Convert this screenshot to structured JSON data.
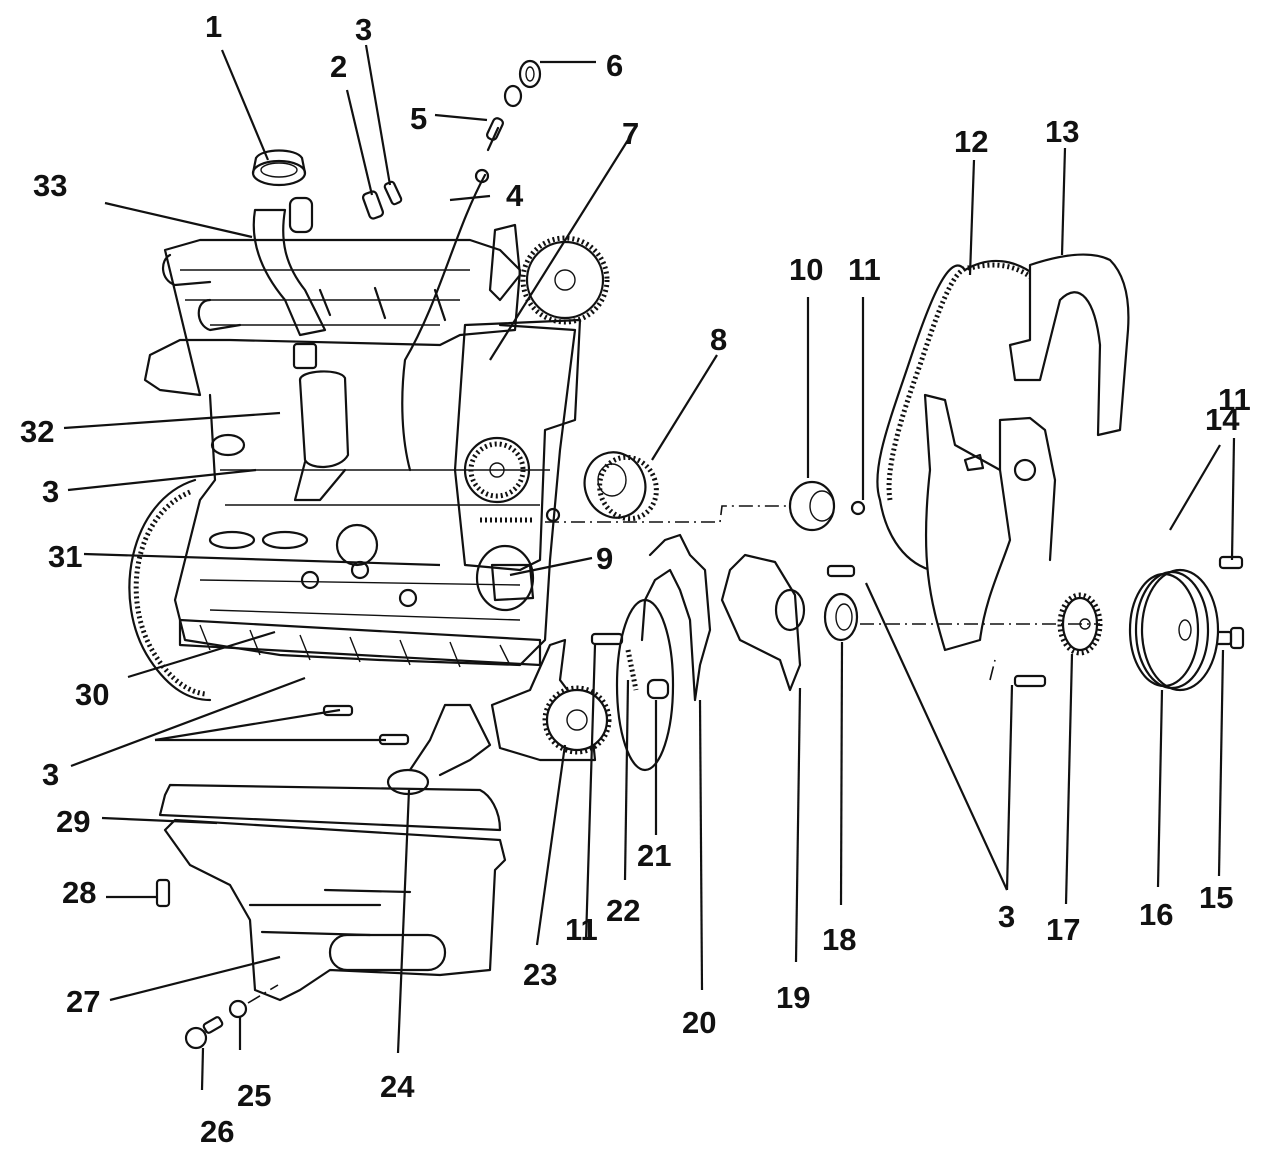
{
  "title": "Engine exploded view — parts diagram",
  "colors": {
    "line": "#111111",
    "background": "#ffffff"
  },
  "callouts": [
    {
      "id": "c1",
      "label": "1"
    },
    {
      "id": "c2",
      "label": "2"
    },
    {
      "id": "c3a",
      "label": "3"
    },
    {
      "id": "c4",
      "label": "4"
    },
    {
      "id": "c5",
      "label": "5"
    },
    {
      "id": "c6",
      "label": "6"
    },
    {
      "id": "c7",
      "label": "7"
    },
    {
      "id": "c8",
      "label": "8"
    },
    {
      "id": "c9",
      "label": "9"
    },
    {
      "id": "c10",
      "label": "10"
    },
    {
      "id": "c11a",
      "label": "11"
    },
    {
      "id": "c12",
      "label": "12"
    },
    {
      "id": "c13",
      "label": "13"
    },
    {
      "id": "c14",
      "label": "14"
    },
    {
      "id": "c11b",
      "label": "11"
    },
    {
      "id": "c15",
      "label": "15"
    },
    {
      "id": "c16",
      "label": "16"
    },
    {
      "id": "c17",
      "label": "17"
    },
    {
      "id": "c3b",
      "label": "3"
    },
    {
      "id": "c18",
      "label": "18"
    },
    {
      "id": "c19",
      "label": "19"
    },
    {
      "id": "c20",
      "label": "20"
    },
    {
      "id": "c21",
      "label": "21"
    },
    {
      "id": "c22",
      "label": "22"
    },
    {
      "id": "c11c",
      "label": "11"
    },
    {
      "id": "c23",
      "label": "23"
    },
    {
      "id": "c24",
      "label": "24"
    },
    {
      "id": "c25",
      "label": "25"
    },
    {
      "id": "c26",
      "label": "26"
    },
    {
      "id": "c27",
      "label": "27"
    },
    {
      "id": "c28",
      "label": "28"
    },
    {
      "id": "c29",
      "label": "29"
    },
    {
      "id": "c3c",
      "label": "3"
    },
    {
      "id": "c30",
      "label": "30"
    },
    {
      "id": "c31",
      "label": "31"
    },
    {
      "id": "c3d",
      "label": "3"
    },
    {
      "id": "c32",
      "label": "32"
    },
    {
      "id": "c33",
      "label": "33"
    }
  ]
}
